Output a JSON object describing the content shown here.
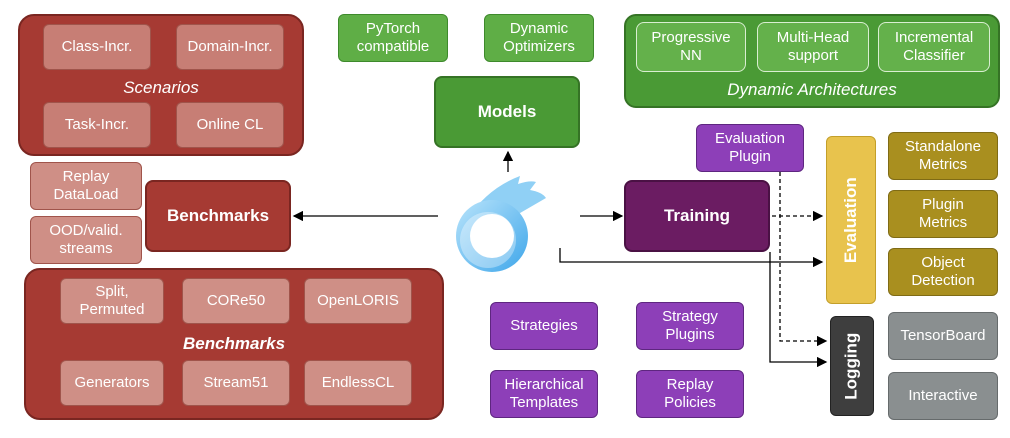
{
  "scenarios": {
    "title": "Scenarios",
    "items": [
      "Class-Incr.",
      "Domain-Incr.",
      "Task-Incr.",
      "Online CL"
    ]
  },
  "benchmarks_panel": {
    "title": "Benchmarks",
    "items": [
      "Split,\nPermuted",
      "CORe50",
      "OpenLORIS",
      "Generators",
      "Stream51",
      "EndlessCL"
    ]
  },
  "benchmarks_side": [
    "Replay\nDataLoad",
    "OOD/valid.\nstreams"
  ],
  "benchmarks_main": "Benchmarks",
  "models_top": [
    "PyTorch\ncompatible",
    "Dynamic\nOptimizers"
  ],
  "models_main": "Models",
  "dynamic_arch": {
    "title": "Dynamic Architectures",
    "items": [
      "Progressive\nNN",
      "Multi-Head\nsupport",
      "Incremental\nClassifier"
    ]
  },
  "training_main": "Training",
  "evaluation_plugin": "Evaluation\nPlugin",
  "training_items": [
    "Strategies",
    "Strategy\nPlugins",
    "Hierarchical\nTemplates",
    "Replay\nPolicies"
  ],
  "evaluation_main": "Evaluation",
  "evaluation_items": [
    "Standalone\nMetrics",
    "Plugin\nMetrics",
    "Object\nDetection"
  ],
  "logging_main": "Logging",
  "logging_items": [
    "TensorBoard",
    "Interactive"
  ],
  "colors": {
    "red": "#a63a33",
    "pink": "#cf8f86",
    "green": "#4a9a35",
    "purple": "#8d3fb8",
    "purple_dark": "#6b1c62",
    "gold": "#a98f1f",
    "gold_light": "#e8c34d",
    "gray": "#8a8f90",
    "dark": "#3e3e3e",
    "logo_blue": "#5ab8f0"
  },
  "logo": "comet-logo-icon"
}
